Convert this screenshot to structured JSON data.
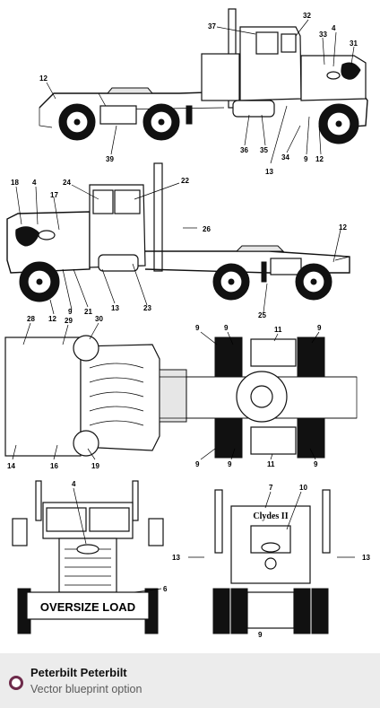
{
  "side_view_1": {
    "callouts": [
      "37",
      "32",
      "4",
      "33",
      "31",
      "12",
      "39",
      "36",
      "35",
      "13",
      "34",
      "9",
      "12"
    ]
  },
  "side_view_2": {
    "callouts": [
      "18",
      "4",
      "17",
      "24",
      "22",
      "26",
      "12",
      "13",
      "23",
      "12",
      "9",
      "21",
      "25"
    ]
  },
  "plan_view": {
    "callouts": [
      "28",
      "29",
      "30",
      "9",
      "9",
      "11",
      "9",
      "14",
      "16",
      "19",
      "9",
      "9",
      "11",
      "9"
    ]
  },
  "front_view": {
    "callouts": [
      "4",
      "6"
    ],
    "bumper_text": "OVERSIZE LOAD"
  },
  "rear_view": {
    "callouts": [
      "7",
      "10",
      "13",
      "13",
      "9"
    ],
    "header_text": "Clydes II"
  },
  "footer": {
    "title": "Peterbilt Peterbilt",
    "subtitle": "Vector blueprint option",
    "accent": "#6d2a4a"
  }
}
